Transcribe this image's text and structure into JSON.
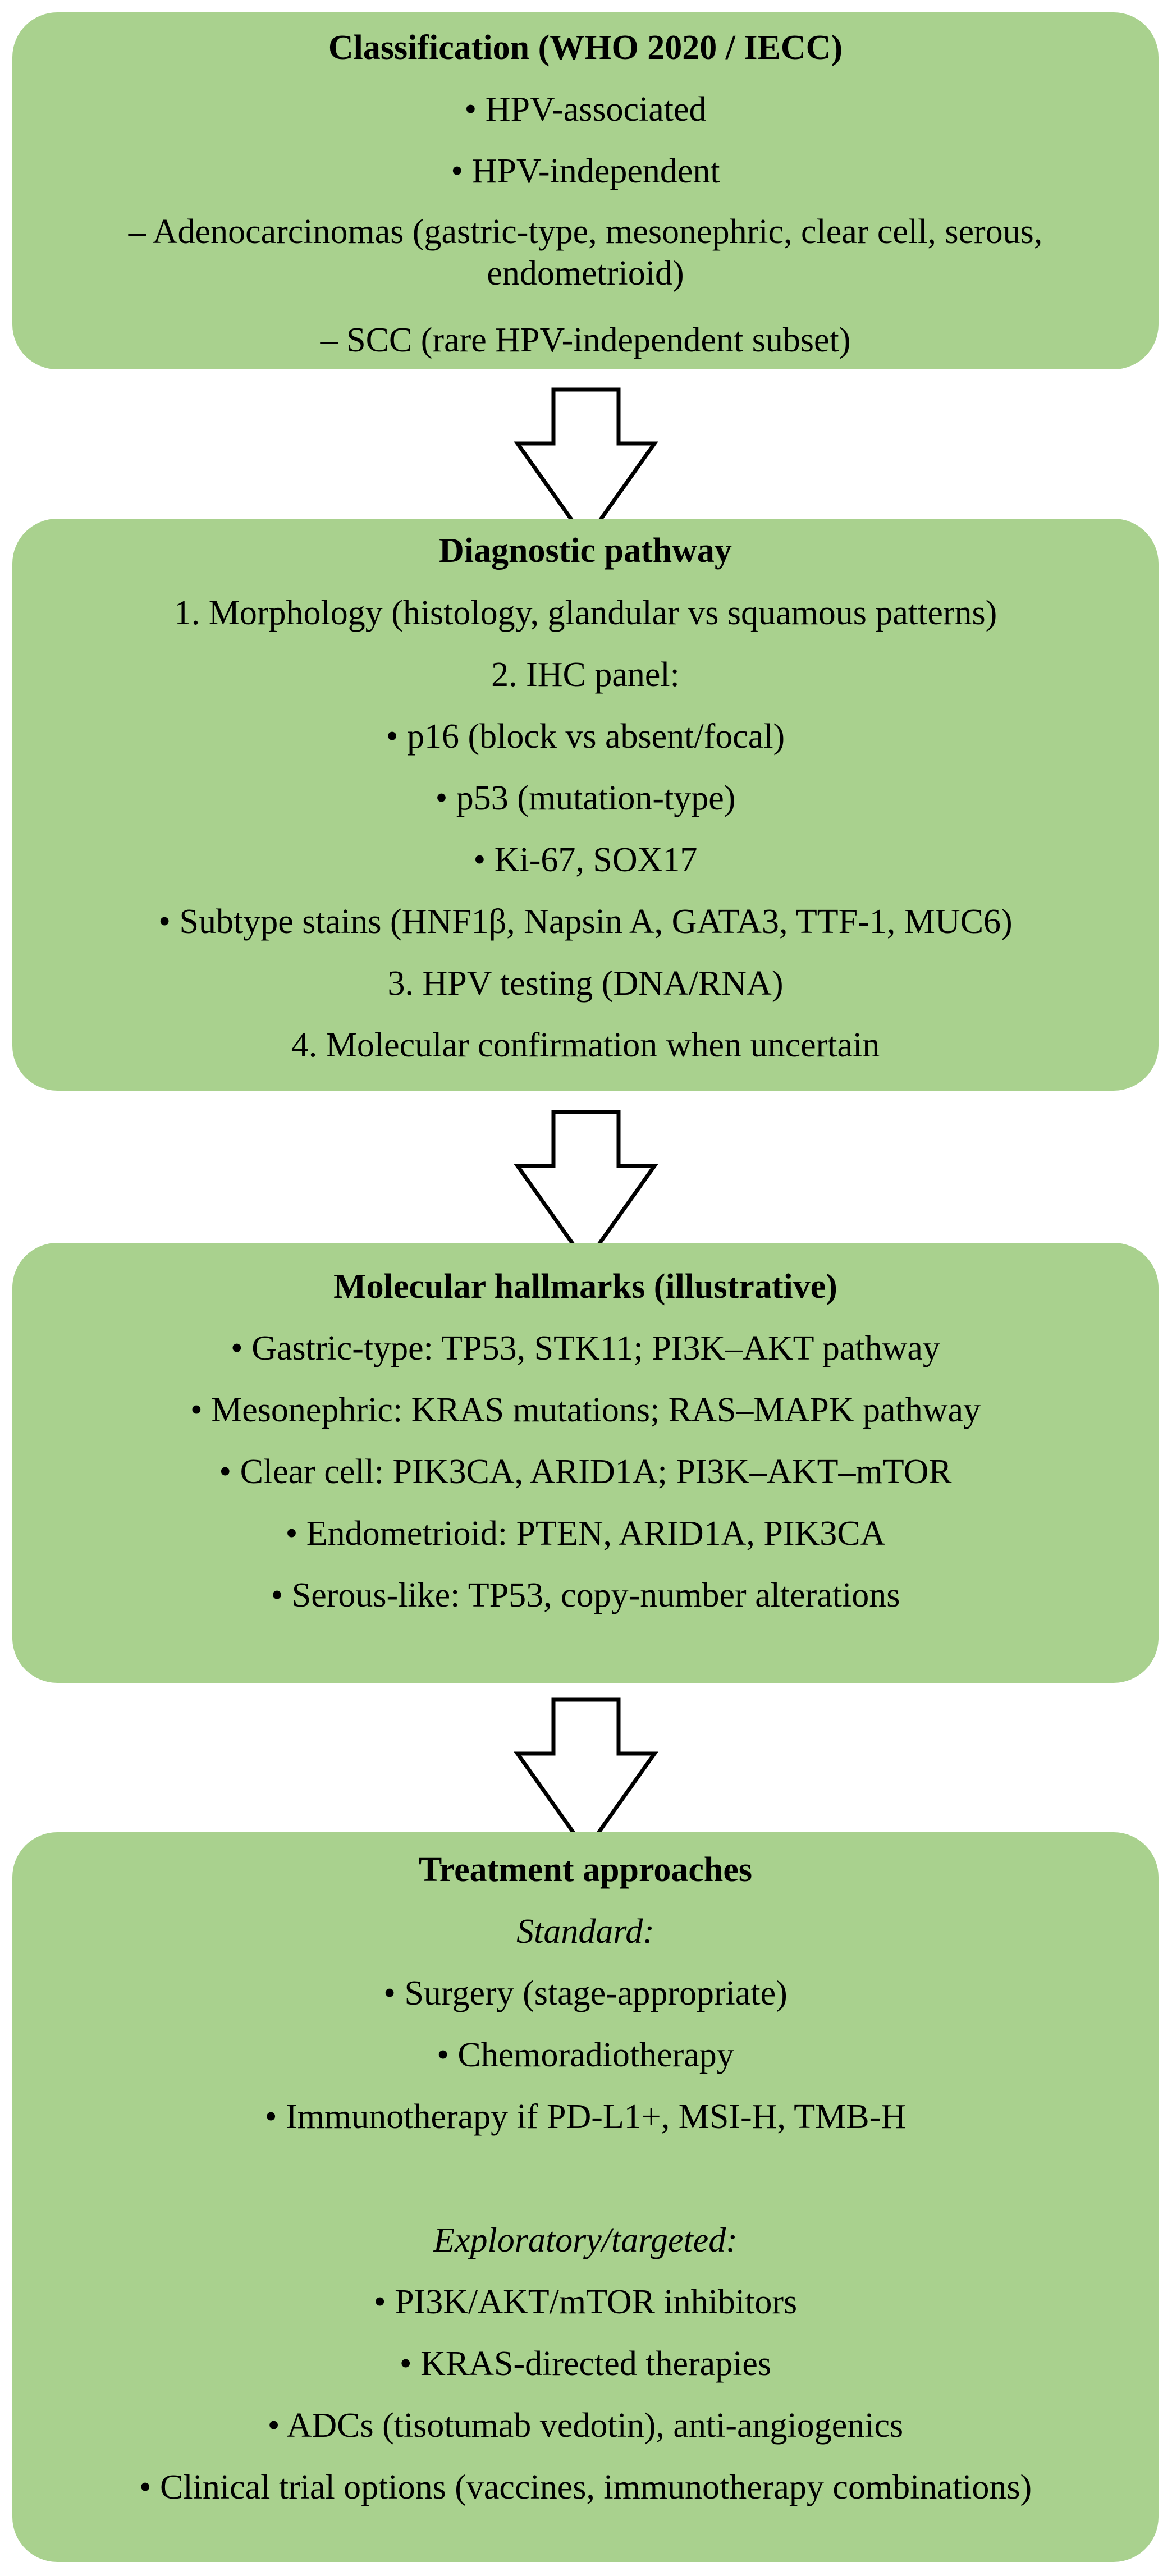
{
  "classification": {
    "title": "Classification (WHO 2020 / IECC)",
    "items": [
      "• HPV-associated",
      "• HPV-independent",
      "– Adenocarcinomas (gastric-type, mesonephric, clear cell, serous, endometrioid)",
      "– SCC (rare HPV-independent subset)"
    ]
  },
  "diagnostic": {
    "title": "Diagnostic pathway",
    "items": [
      "1. Morphology (histology, glandular vs squamous patterns)",
      "2. IHC panel:",
      "• p16 (block vs absent/focal)",
      "• p53 (mutation-type)",
      "• Ki-67, SOX17",
      "• Subtype stains (HNF1β, Napsin A, GATA3, TTF-1, MUC6)",
      "3. HPV testing (DNA/RNA)",
      "4. Molecular confirmation when uncertain"
    ]
  },
  "molecular": {
    "title": "Molecular hallmarks (illustrative)",
    "items": [
      "• Gastric-type: TP53, STK11; PI3K–AKT pathway",
      "• Mesonephric: KRAS mutations; RAS–MAPK pathway",
      "• Clear cell: PIK3CA, ARID1A; PI3K–AKT–mTOR",
      "• Endometrioid: PTEN, ARID1A, PIK3CA",
      "• Serous-like: TP53, copy-number alterations"
    ]
  },
  "treatment": {
    "title": "Treatment approaches",
    "standard_label": "Standard:",
    "standard_items": [
      "• Surgery (stage-appropriate)",
      "• Chemoradiotherapy",
      "• Immunotherapy if PD-L1+, MSI-H, TMB-H"
    ],
    "exploratory_label": "Exploratory/targeted:",
    "exploratory_items": [
      "• PI3K/AKT/mTOR inhibitors",
      "• KRAS-directed therapies",
      "• ADCs (tisotumab vedotin), anti-angiogenics",
      "• Clinical trial options (vaccines, immunotherapy combinations)"
    ]
  },
  "colors": {
    "box_fill": "#a9d18e",
    "arrow_fill": "#ffffff",
    "arrow_stroke": "#000000"
  }
}
